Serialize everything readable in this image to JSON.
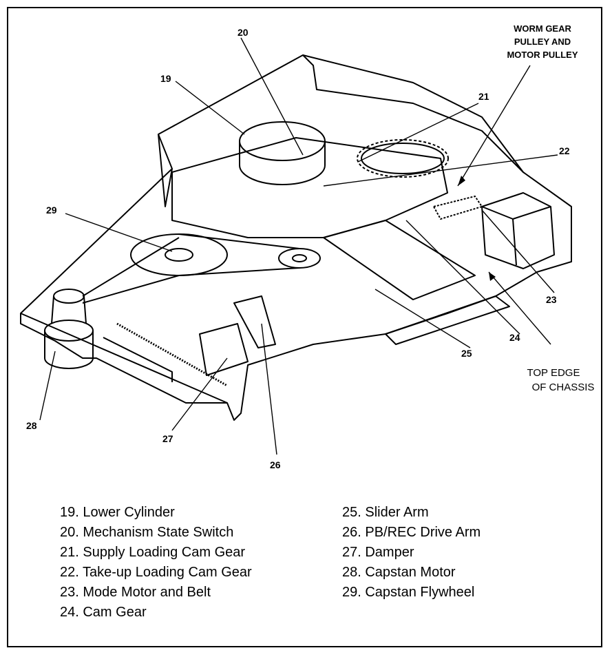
{
  "callouts": {
    "c19": "19",
    "c20": "20",
    "c21": "21",
    "c22": "22",
    "c23": "23",
    "c24": "24",
    "c25": "25",
    "c26": "26",
    "c27": "27",
    "c28": "28",
    "c29": "29",
    "worm_gear_line1": "WORM GEAR",
    "worm_gear_line2": "PULLEY AND",
    "worm_gear_line3": "MOTOR PULLEY",
    "top_edge_line1": "TOP EDGE",
    "top_edge_line2": "OF CHASSIS"
  },
  "legend": {
    "left": [
      "19. Lower Cylinder",
      "20. Mechanism State Switch",
      "21. Supply Loading Cam Gear",
      "22. Take-up Loading Cam Gear",
      "23. Mode Motor and Belt",
      "24. Cam Gear"
    ],
    "right": [
      "25. Slider Arm",
      "26. PB/REC  Drive Arm",
      "27. Damper",
      "28. Capstan Motor",
      "29. Capstan Flywheel"
    ]
  }
}
